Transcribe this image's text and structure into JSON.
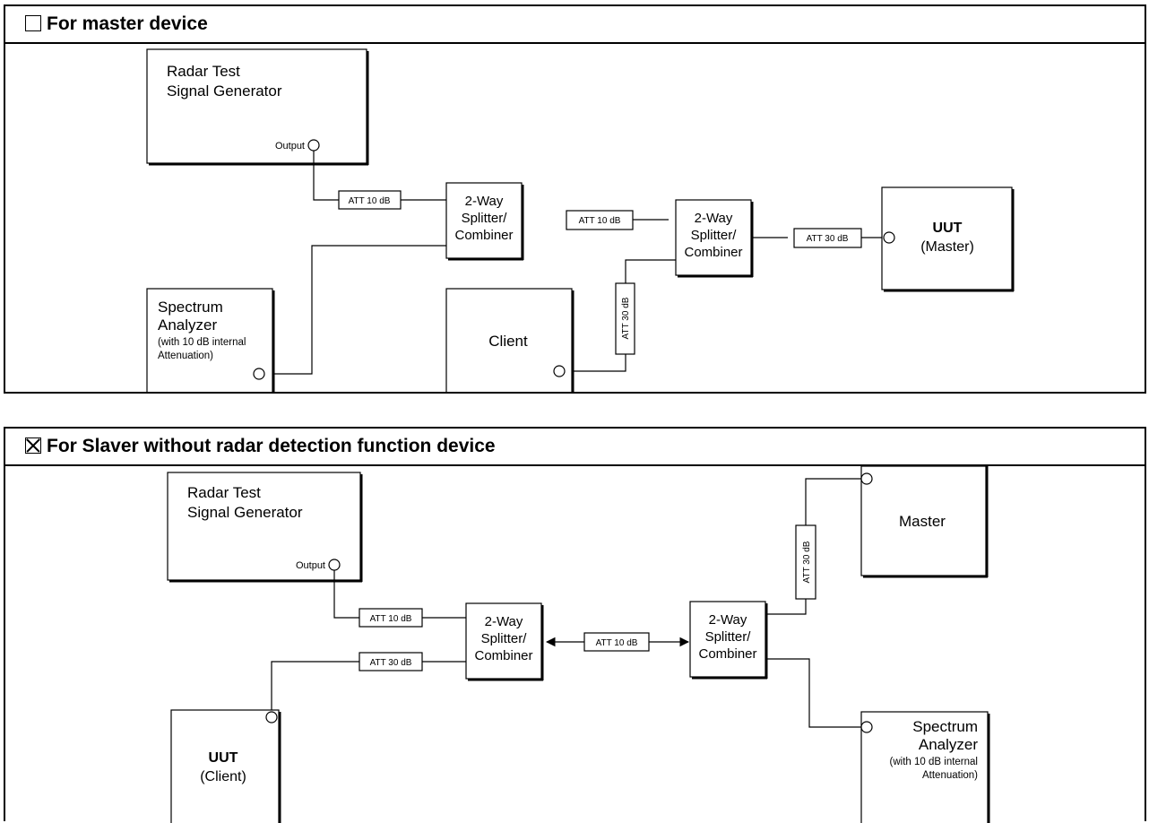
{
  "panel_master": {
    "title": "For master device",
    "checked": false,
    "radar_gen": {
      "line1": "Radar Test",
      "line2": "Signal Generator",
      "output": "Output"
    },
    "att_gen": "ATT 10 dB",
    "splitter_left": {
      "line1": "2-Way",
      "line2": "Splitter/",
      "line3": "Combiner"
    },
    "att_mid": "ATT 10 dB",
    "splitter_right": {
      "line1": "2-Way",
      "line2": "Splitter/",
      "line3": "Combiner"
    },
    "att_uut": "ATT 30 dB",
    "uut": {
      "line1": "UUT",
      "line2": "(Master)"
    },
    "spectrum": {
      "line1": "Spectrum",
      "line2": "Analyzer",
      "line3": "(with 10 dB internal",
      "line4": "Attenuation)"
    },
    "client": "Client",
    "att_client": "ATT 30 dB"
  },
  "panel_slave": {
    "title": "For Slaver without radar detection function device",
    "checked": true,
    "radar_gen": {
      "line1": "Radar Test",
      "line2": "Signal Generator",
      "output": "Output"
    },
    "att_gen": "ATT 10 dB",
    "att_uut": "ATT 30 dB",
    "splitter_left": {
      "line1": "2-Way",
      "line2": "Splitter/",
      "line3": "Combiner"
    },
    "att_mid": "ATT 10 dB",
    "splitter_right": {
      "line1": "2-Way",
      "line2": "Splitter/",
      "line3": "Combiner"
    },
    "att_master": "ATT 30 dB",
    "master": "Master",
    "uut": {
      "line1": "UUT",
      "line2": "(Client)"
    },
    "spectrum": {
      "line1": "Spectrum",
      "line2": "Analyzer",
      "line3": "(with 10 dB internal",
      "line4": "Attenuation)"
    }
  }
}
